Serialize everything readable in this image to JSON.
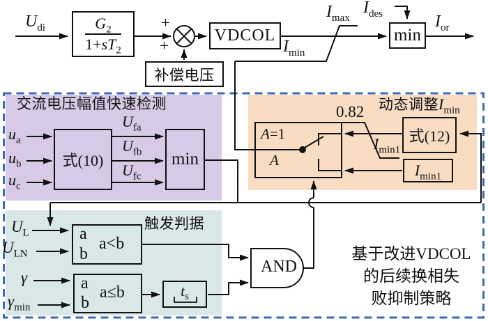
{
  "colors": {
    "purple_fill": "#d8c9e6",
    "orange_fill": "#f9ddc3",
    "teal_fill": "#d9e8e6",
    "border_blue": "#3d6ab5",
    "line": "#111111"
  },
  "top": {
    "u_di": {
      "base": "U",
      "sub": "di"
    },
    "tf": {
      "num_base": "G",
      "num_sub": "2",
      "den_pre": "1+",
      "den_var": "sT",
      "den_sub": "2"
    },
    "plus_a": "+",
    "plus_b": "+",
    "comp_voltage": "补偿电压",
    "vdcol": "VDCOL",
    "i_max": {
      "base": "I",
      "sub": "max"
    },
    "i_min": {
      "base": "I",
      "sub": "min"
    },
    "i_des": {
      "base": "I",
      "sub": "des"
    },
    "min_label": "min",
    "i_or": {
      "base": "I",
      "sub": "or"
    }
  },
  "detection": {
    "title": "交流电压幅值快速检测",
    "in_a": {
      "base": "u",
      "sub": "a"
    },
    "in_b": {
      "base": "u",
      "sub": "b"
    },
    "in_c": {
      "base": "u",
      "sub": "c"
    },
    "eq": "式(10)",
    "out_a": {
      "base": "U",
      "sub": "fa"
    },
    "out_b": {
      "base": "U",
      "sub": "fb"
    },
    "out_c": {
      "base": "U",
      "sub": "fc"
    },
    "min_label": "min"
  },
  "dynamic": {
    "title": "动态调整",
    "title_var": {
      "base": "I",
      "sub": "min"
    },
    "case_a1": {
      "var": "A",
      "rest": "=1"
    },
    "case_a": "A",
    "limit_upper": "0.82",
    "limit_lower": {
      "base": "I",
      "sub": "min1"
    },
    "eq": "式(12)",
    "imin1": {
      "base": "I",
      "sub": "min1"
    }
  },
  "trigger": {
    "title": "触发判据",
    "u_l": {
      "base": "U",
      "sub": "L"
    },
    "u_ln": {
      "base": "U",
      "sub": "LN"
    },
    "gamma": {
      "base": "γ",
      "sub": ""
    },
    "gamma_min": {
      "base": "γ",
      "sub": "min"
    },
    "comp1": {
      "a": "a",
      "b": "b",
      "op": "a<b"
    },
    "comp2": {
      "a": "a",
      "b": "b",
      "op": "a≤b"
    },
    "ts": {
      "base": "t",
      "sub": "s"
    },
    "and_label": "AND"
  },
  "strategy": {
    "line1": "基于改进VDCOL",
    "line2": "的后续换相失",
    "line3": "败抑制策略"
  }
}
